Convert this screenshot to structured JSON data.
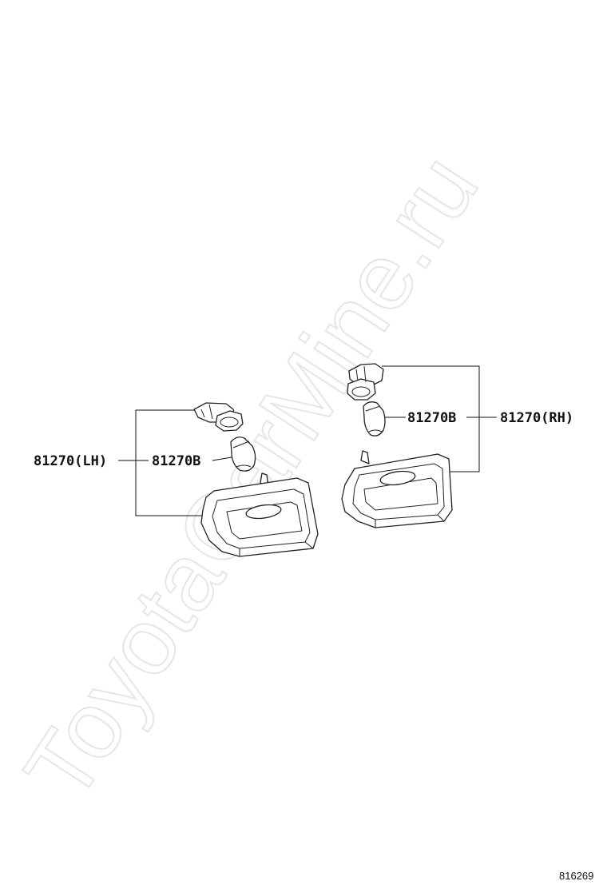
{
  "watermark": {
    "text": "ToyotaCarMine.ru"
  },
  "labels": {
    "lh_assembly": "81270(LH)",
    "lh_bulb": "81270B",
    "rh_assembly": "81270(RH)",
    "rh_bulb": "81270B"
  },
  "diagram_id": "816269"
}
